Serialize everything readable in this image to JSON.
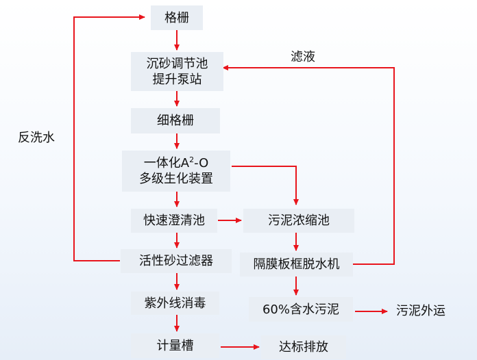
{
  "nodes": {
    "grille": "格栅",
    "grit_line1": "沉砂调节池",
    "grit_line2": "提升泵站",
    "fine_grille": "细格栅",
    "bio_line1_pre": "一体化A",
    "bio_line1_sup": "2",
    "bio_line1_post": "-O",
    "bio_line2": "多级生化装置",
    "clarifier": "快速澄清池",
    "sand_filter": "活性砂过滤器",
    "uv": "紫外线消毒",
    "meter": "计量槽",
    "discharge": "达标排放",
    "thickener": "污泥浓缩池",
    "press": "隔膜板框脱水机",
    "sludge60": "60%含水污泥",
    "sludge_out": "污泥外运"
  },
  "labels": {
    "backwash": "反洗水",
    "filtrate": "滤液"
  },
  "colors": {
    "arrow": "#e8141c",
    "box_fill": "#e9eef4"
  }
}
